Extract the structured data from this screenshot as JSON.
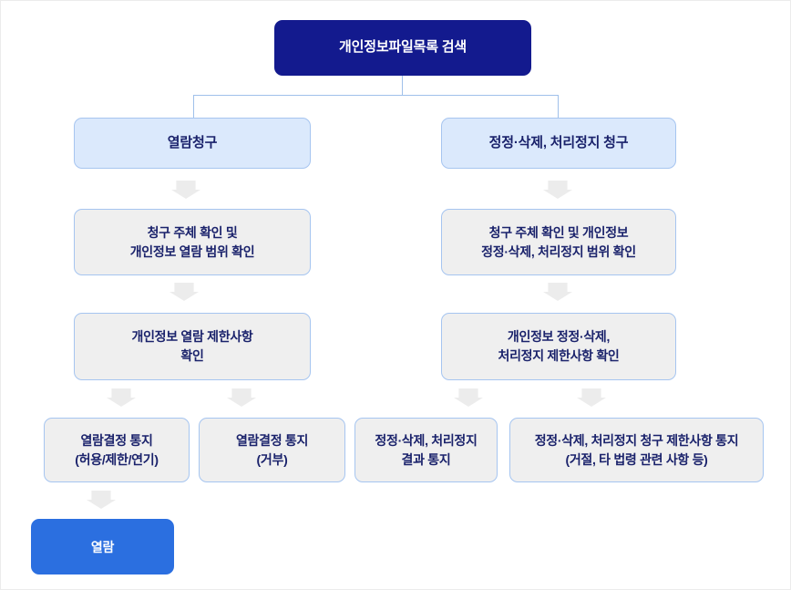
{
  "colors": {
    "page_bg": "#ffffff",
    "page_border": "#ececec",
    "navy": "#131a8e",
    "light_blue_fill": "#dbe9fc",
    "light_blue_border": "#a6c5f0",
    "gray_fill": "#efefef",
    "arrow": "#ececec",
    "connector": "#9fc0ea",
    "text_navy": "#1a226b",
    "button_blue": "#2b6fe0"
  },
  "flowchart": {
    "root": {
      "label": "개인정보파일목록 검색"
    },
    "branches": [
      {
        "header": "열람청구",
        "steps": [
          {
            "line1": "청구 주체 확인 및",
            "line2": "개인정보 열람 범위 확인"
          },
          {
            "line1": "개인정보 열람 제한사항",
            "line2": "확인"
          }
        ],
        "outcomes": [
          {
            "line1": "열람결정 통지",
            "line2": "(허용/제한/연기)"
          },
          {
            "line1": "열람결정 통지",
            "line2": "(거부)"
          }
        ],
        "action": {
          "label": "열람"
        }
      },
      {
        "header": "정정·삭제, 처리정지 청구",
        "steps": [
          {
            "line1": "청구 주체 확인 및 개인정보",
            "line2": "정정·삭제, 처리정지 범위 확인"
          },
          {
            "line1": "개인정보 정정·삭제,",
            "line2": "처리정지 제한사항 확인"
          }
        ],
        "outcomes": [
          {
            "line1": "정정·삭제, 처리정지",
            "line2": "결과 통지"
          },
          {
            "line1": "정정·삭제, 처리정지 청구 제한사항 통지",
            "line2": "(거절, 타 법령 관련 사항 등)"
          }
        ]
      }
    ]
  }
}
